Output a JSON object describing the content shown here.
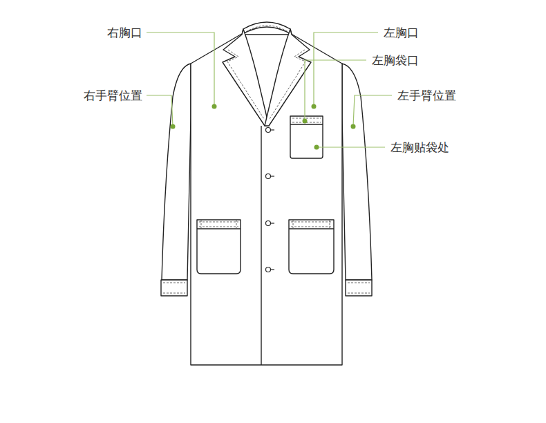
{
  "diagram": {
    "labels": [
      "右胸口",
      "左胸口",
      "左胸袋口",
      "右手臂位置",
      "左手臂位置",
      "左胸贴袋处"
    ]
  }
}
